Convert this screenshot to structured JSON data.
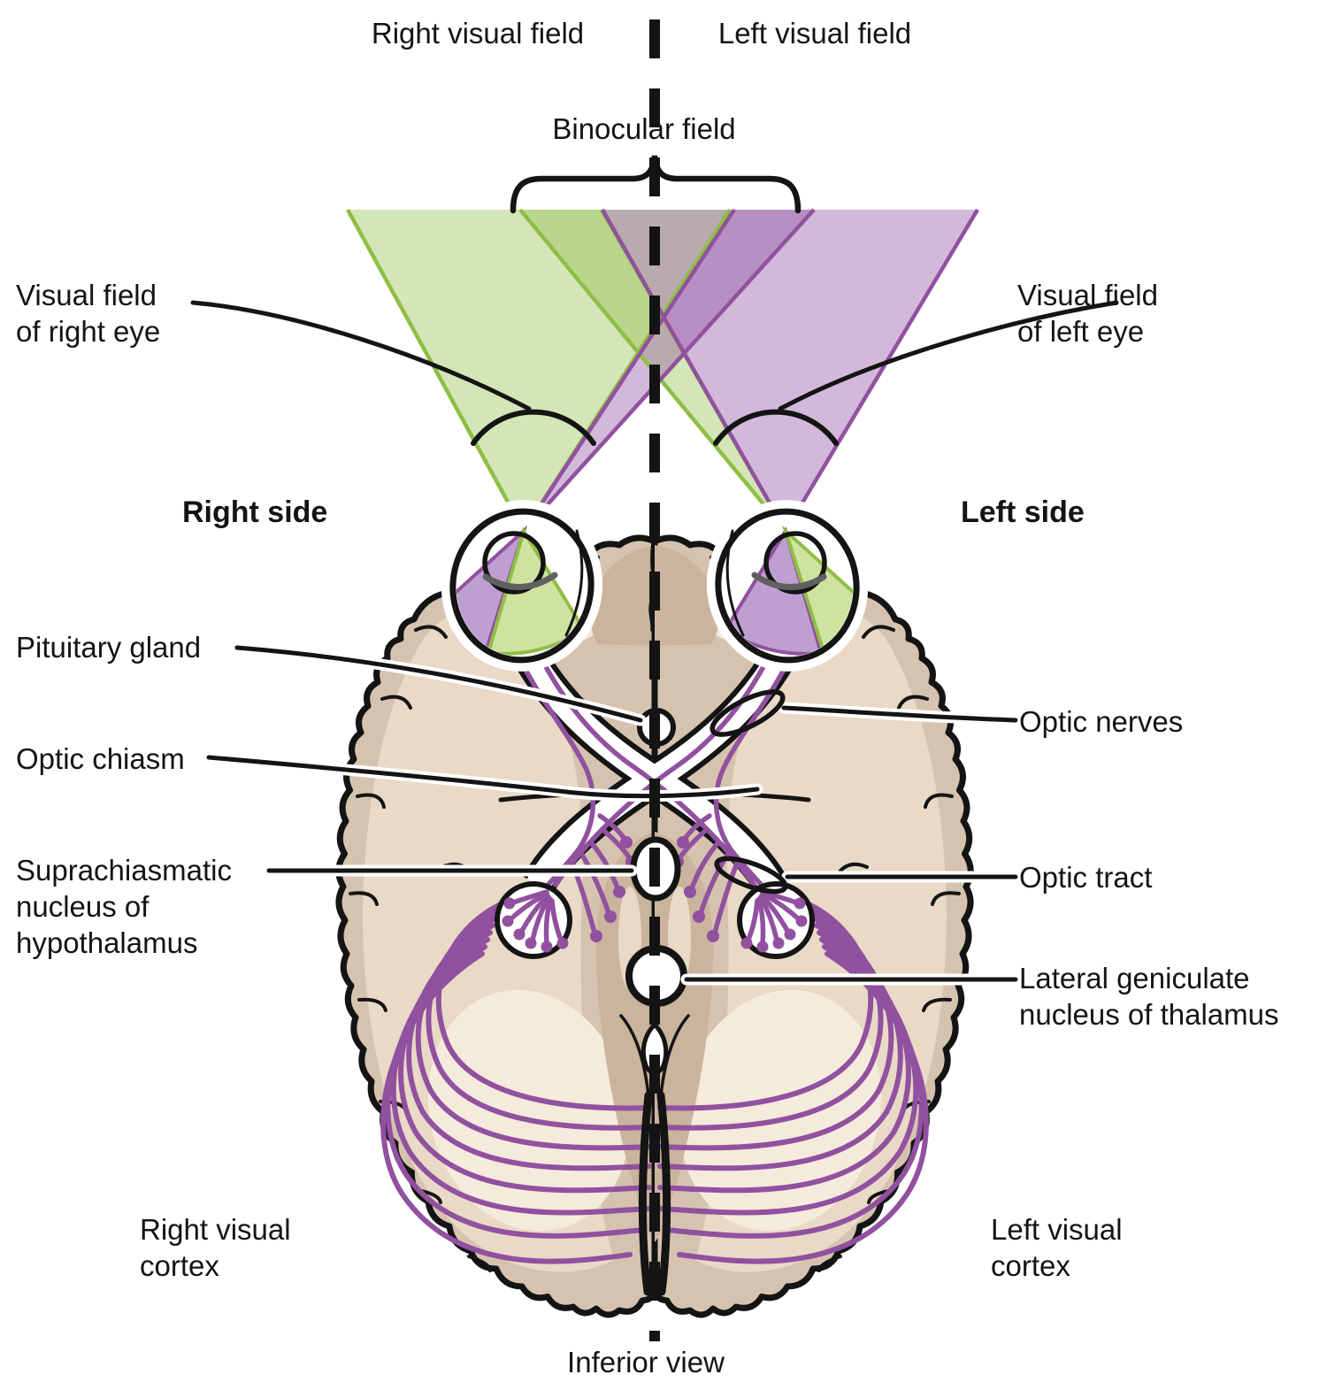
{
  "colors": {
    "green-stroke": "#8fbe44",
    "green-fill": "#cfe2a0",
    "purple-stroke": "#91519f",
    "purple-fill": "#bf9ed1",
    "brain-tan": "#d6c3af",
    "brain-mid": "#e9d9c6",
    "brain-pale": "#f5ebdd",
    "brain-dark": "#cbb49e",
    "outline": "#141414"
  },
  "labels": {
    "right_visual_field": "Right visual field",
    "left_visual_field": "Left visual field",
    "binocular_field": "Binocular field",
    "visual_field_right_eye": [
      "Visual field",
      "of right eye"
    ],
    "visual_field_left_eye": [
      "Visual field",
      "of left eye"
    ],
    "right_side": "Right side",
    "left_side": "Left side",
    "pituitary_gland": "Pituitary gland",
    "optic_chiasm": "Optic chiasm",
    "suprachiasmatic_nucleus": [
      "Suprachiasmatic",
      "nucleus of",
      "hypothalamus"
    ],
    "optic_nerves": "Optic nerves",
    "optic_tract": "Optic tract",
    "lateral_geniculate": [
      "Lateral geniculate",
      "nucleus of thalamus"
    ],
    "right_visual_cortex": [
      "Right visual",
      "cortex"
    ],
    "left_visual_cortex": [
      "Left visual",
      "cortex"
    ],
    "inferior_view": "Inferior view"
  }
}
